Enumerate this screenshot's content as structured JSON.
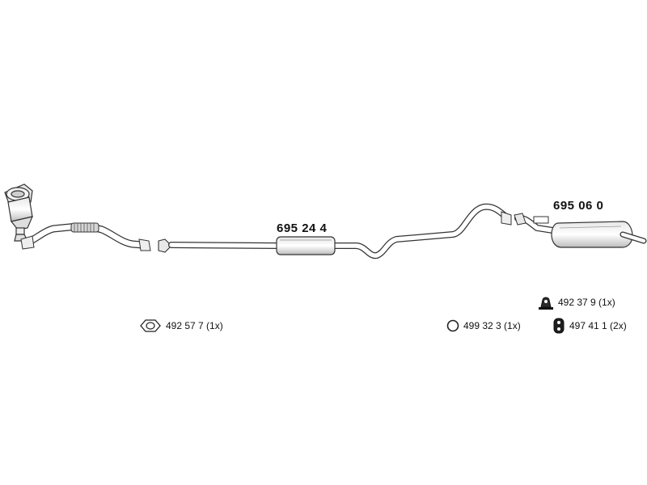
{
  "parts": {
    "middle_silencer": {
      "number": "695 24 4"
    },
    "rear_silencer": {
      "number": "695 06 0"
    }
  },
  "accessories": [
    {
      "icon": "gasket-icon",
      "label": "492 57 7 (1x)"
    },
    {
      "icon": "ring-icon",
      "label": "499 32 3 (1x)"
    },
    {
      "icon": "rubber-mount-icon",
      "label": "492 37 9 (1x)"
    },
    {
      "icon": "hanger-clamp-icon",
      "label": "497 41 1 (2x)"
    }
  ],
  "colors": {
    "line": "#333333",
    "fill": "#ffffff",
    "shade": "#cfcfcf"
  }
}
